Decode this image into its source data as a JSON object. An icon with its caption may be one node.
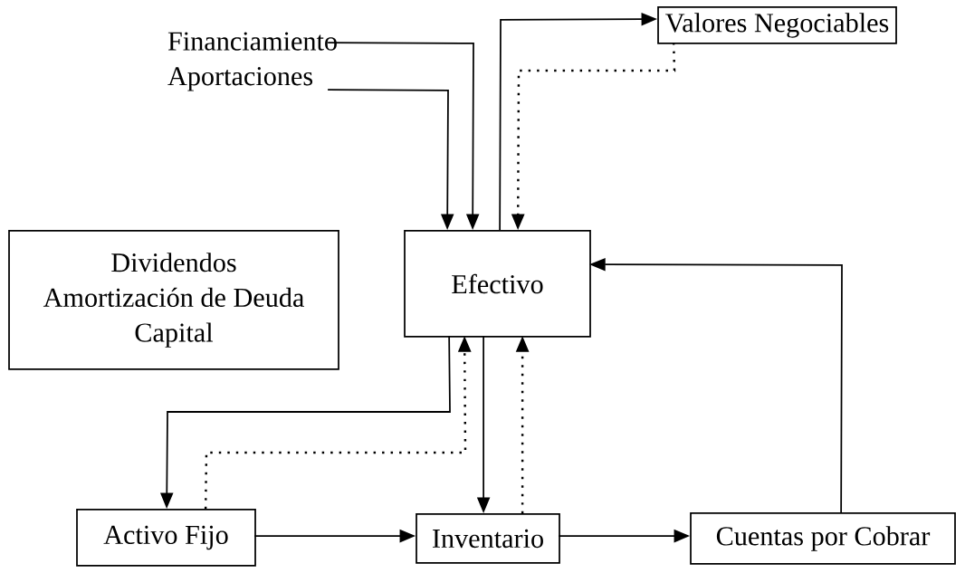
{
  "diagram": {
    "nodes": [
      {
        "text": [
          "Financiamiento",
          "Aportaciones"
        ]
      },
      {
        "text": [
          "Valores Negociables"
        ]
      },
      {
        "text": [
          "Dividendos",
          "Amortización de Deuda",
          "Capital"
        ]
      },
      {
        "text": [
          "Efectivo"
        ]
      },
      {
        "text": [
          "Activo  Fijo"
        ]
      },
      {
        "text": [
          "Inventario"
        ]
      },
      {
        "text": [
          "Cuentas por Cobrar"
        ]
      }
    ],
    "edges": [
      {
        "from": 0,
        "to": 3,
        "arrow": "to"
      },
      {
        "from": 0,
        "to": 3,
        "arrow": "to"
      },
      {
        "from": 3,
        "to": 1,
        "arrow": "to"
      },
      {
        "from": 1,
        "to": 3,
        "arrow": "to",
        "style": "dashed"
      },
      {
        "from": 6,
        "to": 3,
        "arrow": "to"
      },
      {
        "from": 3,
        "to": 4,
        "arrow": "to"
      },
      {
        "from": 4,
        "to": 3,
        "arrow": "to",
        "style": "dashed"
      },
      {
        "from": 3,
        "to": 5,
        "arrow": "to"
      },
      {
        "from": 5,
        "to": 3,
        "arrow": "to",
        "style": "dashed"
      },
      {
        "from": 4,
        "to": 5,
        "arrow": "to"
      },
      {
        "from": 5,
        "to": 6,
        "arrow": "to"
      }
    ]
  }
}
